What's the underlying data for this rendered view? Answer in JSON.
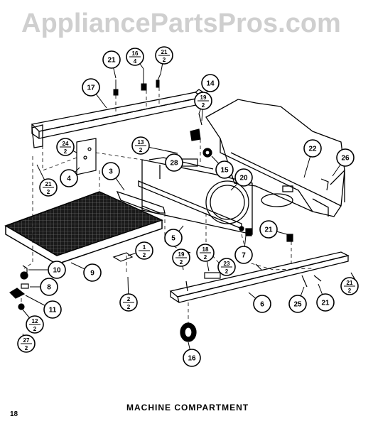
{
  "watermark": "AppliancePartsPros.com",
  "caption": "MACHINE COMPARTMENT",
  "page_number": "18",
  "callouts": [
    {
      "id": "c1",
      "top": "21",
      "bottom": ""
    },
    {
      "id": "c2",
      "top": "16",
      "bottom": "4"
    },
    {
      "id": "c3",
      "top": "21",
      "bottom": "2"
    },
    {
      "id": "c4",
      "top": "17",
      "bottom": ""
    },
    {
      "id": "c5",
      "top": "14",
      "bottom": ""
    },
    {
      "id": "c6",
      "top": "19",
      "bottom": "2"
    },
    {
      "id": "c7",
      "top": "24",
      "bottom": "2"
    },
    {
      "id": "c8",
      "top": "4",
      "bottom": ""
    },
    {
      "id": "c9",
      "top": "13",
      "bottom": "2"
    },
    {
      "id": "c10",
      "top": "28",
      "bottom": ""
    },
    {
      "id": "c11",
      "top": "15",
      "bottom": ""
    },
    {
      "id": "c12",
      "top": "22",
      "bottom": ""
    },
    {
      "id": "c13",
      "top": "26",
      "bottom": ""
    },
    {
      "id": "c14",
      "top": "21",
      "bottom": "2"
    },
    {
      "id": "c15",
      "top": "3",
      "bottom": ""
    },
    {
      "id": "c16",
      "top": "20",
      "bottom": ""
    },
    {
      "id": "c17",
      "top": "5",
      "bottom": ""
    },
    {
      "id": "c18",
      "top": "21",
      "bottom": ""
    },
    {
      "id": "c19",
      "top": "7",
      "bottom": ""
    },
    {
      "id": "c20",
      "top": "1",
      "bottom": "2"
    },
    {
      "id": "c21",
      "top": "9",
      "bottom": ""
    },
    {
      "id": "c22",
      "top": "10",
      "bottom": ""
    },
    {
      "id": "c23",
      "top": "8",
      "bottom": ""
    },
    {
      "id": "c24",
      "top": "11",
      "bottom": ""
    },
    {
      "id": "c25",
      "top": "12",
      "bottom": "2"
    },
    {
      "id": "c26",
      "top": "27",
      "bottom": "2"
    },
    {
      "id": "c27",
      "top": "2",
      "bottom": "2"
    },
    {
      "id": "c28",
      "top": "19",
      "bottom": "2"
    },
    {
      "id": "c29",
      "top": "18",
      "bottom": "2"
    },
    {
      "id": "c30",
      "top": "23",
      "bottom": "2"
    },
    {
      "id": "c31",
      "top": "6",
      "bottom": ""
    },
    {
      "id": "c32",
      "top": "25",
      "bottom": ""
    },
    {
      "id": "c33",
      "top": "21",
      "bottom": ""
    },
    {
      "id": "c34",
      "top": "21",
      "bottom": "2"
    },
    {
      "id": "c35",
      "top": "16",
      "bottom": ""
    }
  ]
}
